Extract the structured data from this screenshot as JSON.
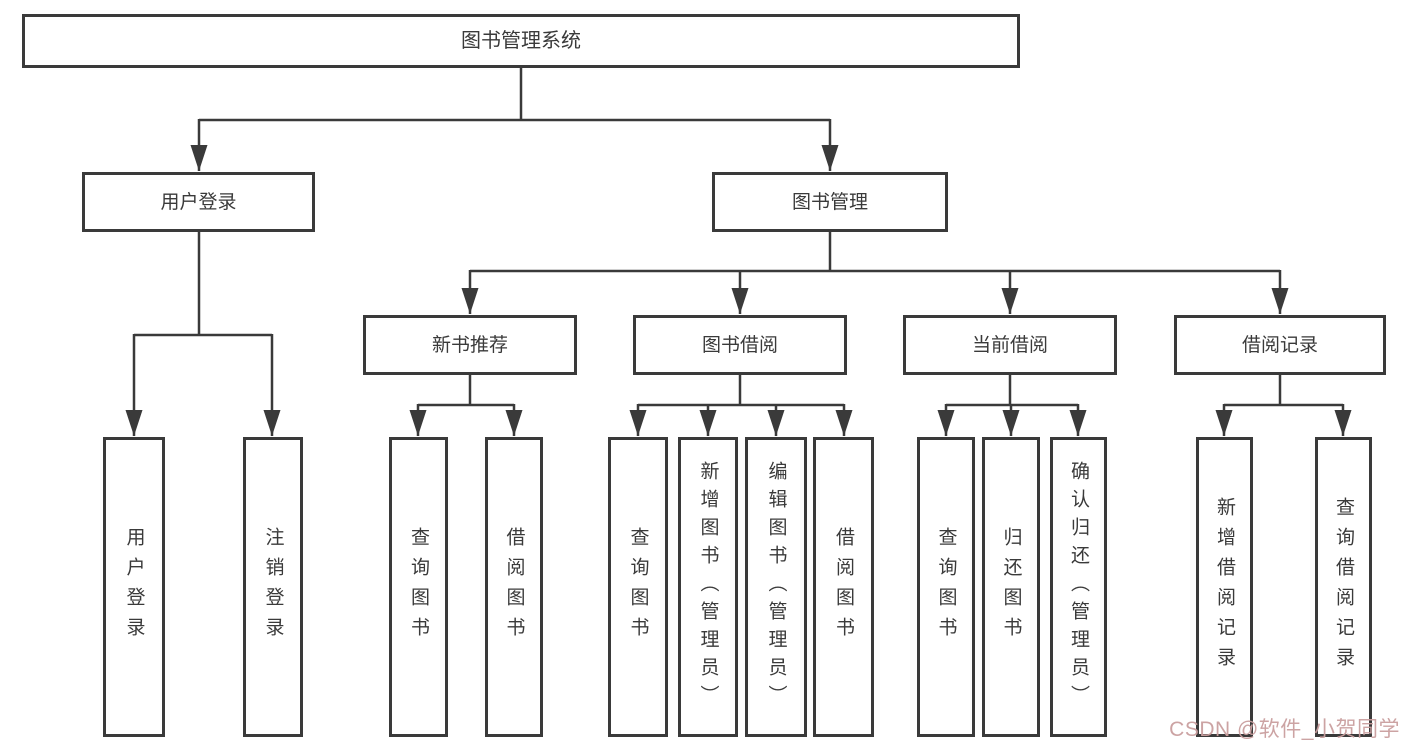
{
  "tree": {
    "root": {
      "label": "图书管理系统",
      "children": [
        {
          "label": "用户登录",
          "children": [
            {
              "label": "用户登录"
            },
            {
              "label": "注销登录"
            }
          ]
        },
        {
          "label": "图书管理",
          "children": [
            {
              "label": "新书推荐",
              "children": [
                {
                  "label": "查询图书"
                },
                {
                  "label": "借阅图书"
                }
              ]
            },
            {
              "label": "图书借阅",
              "children": [
                {
                  "label": "查询图书"
                },
                {
                  "label": "新增图书（管理员）"
                },
                {
                  "label": "编辑图书（管理员）"
                },
                {
                  "label": "借阅图书"
                }
              ]
            },
            {
              "label": "当前借阅",
              "children": [
                {
                  "label": "查询图书"
                },
                {
                  "label": "归还图书"
                },
                {
                  "label": "确认归还（管理员）"
                }
              ]
            },
            {
              "label": "借阅记录",
              "children": [
                {
                  "label": "新增借阅记录"
                },
                {
                  "label": "查询借阅记录"
                }
              ]
            }
          ]
        }
      ]
    }
  },
  "watermark": {
    "text": "CSDN @软件_小贺同学",
    "color": "#c99e9e"
  },
  "colors": {
    "line": "#3a3a3a",
    "box_border": "#3a3a3a",
    "text": "#3a3a3a",
    "background": "#ffffff"
  }
}
